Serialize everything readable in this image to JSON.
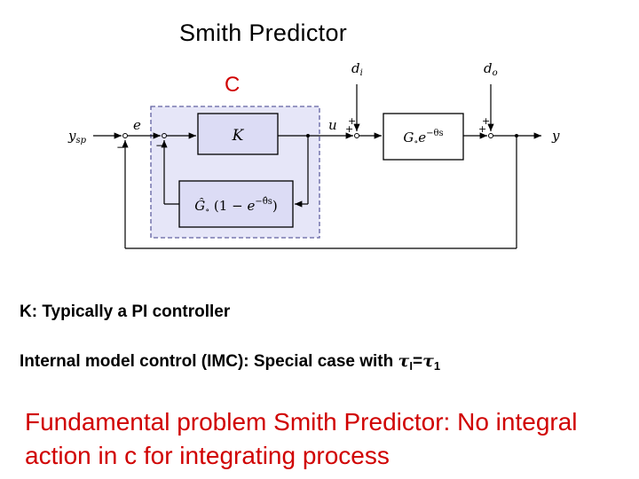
{
  "title": "Smith Predictor",
  "c_label": "C",
  "diagram": {
    "y_sp": "y",
    "y_sp_sub": "sp",
    "e": "e",
    "u": "u",
    "y": "y",
    "d_i": "d",
    "d_i_sub": "i",
    "d_o": "d",
    "d_o_sub": "o",
    "k_block": "K",
    "plant_block": "G∘e−θs",
    "predictor_block": "Ĝ∘ (1 − e−θ̂s)",
    "minus": "−",
    "plus": "+"
  },
  "notes": {
    "line1": "K: Typically a PI controller",
    "line2_prefix": "Internal model control (IMC): Special case with ",
    "tau": "τ",
    "sub_I": "I",
    "equals": "=",
    "sub_1": "1"
  },
  "conclusion": "Fundamental problem Smith Predictor: No integral action in c for integrating process",
  "colors": {
    "controller_box_fill": "#e6e6f8",
    "controller_box_border": "#6060a0",
    "highlight": "#d00000"
  }
}
